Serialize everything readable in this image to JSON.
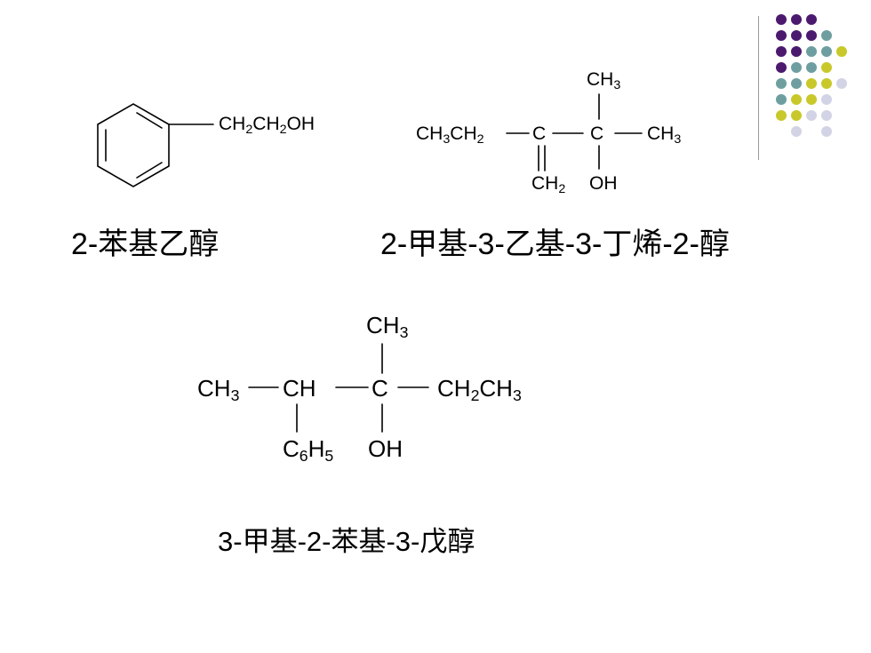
{
  "molecule1": {
    "substituent": "CH2CH2OH",
    "caption": "2-苯基乙醇"
  },
  "molecule2": {
    "ch3_top": "CH3",
    "ch3ch2": "CH3CH2",
    "c1": "C",
    "c2": "C",
    "ch3_right": "CH3",
    "ch2": "CH2",
    "oh": "OH",
    "caption": "2-甲基-3-乙基-3-丁烯-2-醇"
  },
  "molecule3": {
    "ch3_top": "CH3",
    "ch3_left": "CH3",
    "ch": "CH",
    "c": "C",
    "ch2ch3": "CH2CH3",
    "c6h5": "C6H5",
    "oh": "OH",
    "caption": "3-甲基-2-苯基-3-戊醇"
  },
  "decoration": {
    "colors": {
      "purple": "#4b1a6e",
      "teal": "#6e9ea0",
      "olive": "#c8c82a",
      "lavender": "#d3d3e6"
    }
  }
}
